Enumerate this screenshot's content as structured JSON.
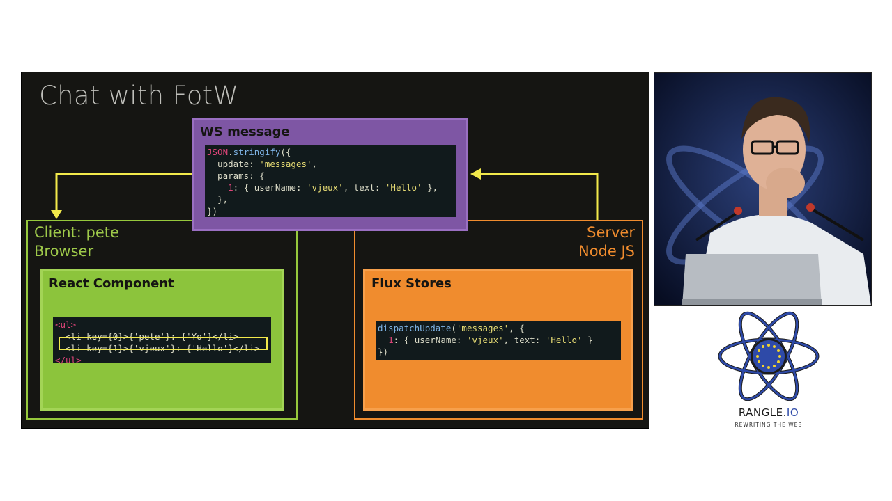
{
  "slide": {
    "title": "Chat with FotW",
    "ws_message": {
      "title": "WS message",
      "code_lines": [
        "JSON.stringify({",
        "  update: 'messages',",
        "  params: {",
        "    1: { userName: 'vjeux', text: 'Hello' },",
        "  },",
        "})"
      ]
    },
    "client": {
      "label_line1": "Client: pete",
      "label_line2": "Browser",
      "component_title": "React Component",
      "code_lines": [
        "<ul>",
        "  <li key={0}>{'pete'}: {'Yo'}</li>",
        "  <li key={1}>{'vjeux'}: {'Hello'}</li>",
        "</ul>"
      ]
    },
    "server": {
      "label_line1": "Server",
      "label_line2": "Node JS",
      "stores_title": "Flux Stores",
      "code_lines": [
        "dispatchUpdate('messages', {",
        "  1: { userName: 'vjeux', text: 'Hello' }",
        "})"
      ]
    }
  },
  "colors": {
    "slide_bg": "#151512",
    "ws_purple": "#7e56a4",
    "client_green": "#8cc43c",
    "server_orange": "#f08c2e",
    "arrow_yellow": "#f2e94b",
    "code_bg": "#111a1c"
  },
  "sidebar": {
    "logo_text_main": "RANGLE.",
    "logo_text_accent": "IO",
    "logo_subtitle": "REWRITING THE WEB",
    "logo_icon": "atom-eu-stars-icon",
    "video_description_icon": "speaker-video-feed"
  }
}
